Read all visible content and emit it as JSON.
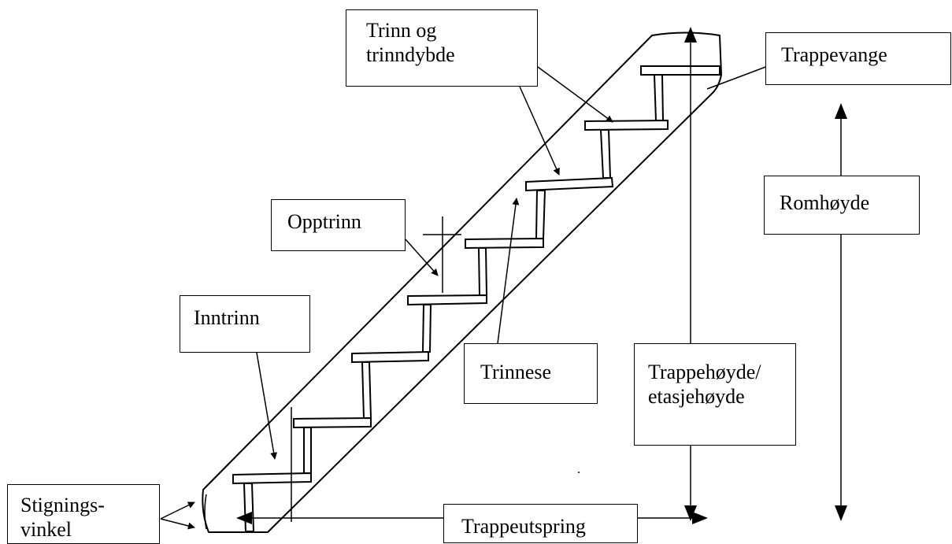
{
  "labels": {
    "trinn_og_trinndybde": [
      "Trinn og",
      "trinndybde"
    ],
    "trappevange": "Trappevange",
    "romhoyde": "Romhøyde",
    "opptrinn": "Opptrinn",
    "inntrinn": "Inntrinn",
    "trinnese": "Trinnese",
    "trappehoyde": [
      "Trappehøyde/",
      "etasjehøyde"
    ],
    "stigningsvinkel": [
      "Stignings-",
      "vinkel"
    ],
    "trappeutspring": "Trappeutspring"
  },
  "colors": {
    "ink": "#000000",
    "paper": "#ffffff"
  }
}
